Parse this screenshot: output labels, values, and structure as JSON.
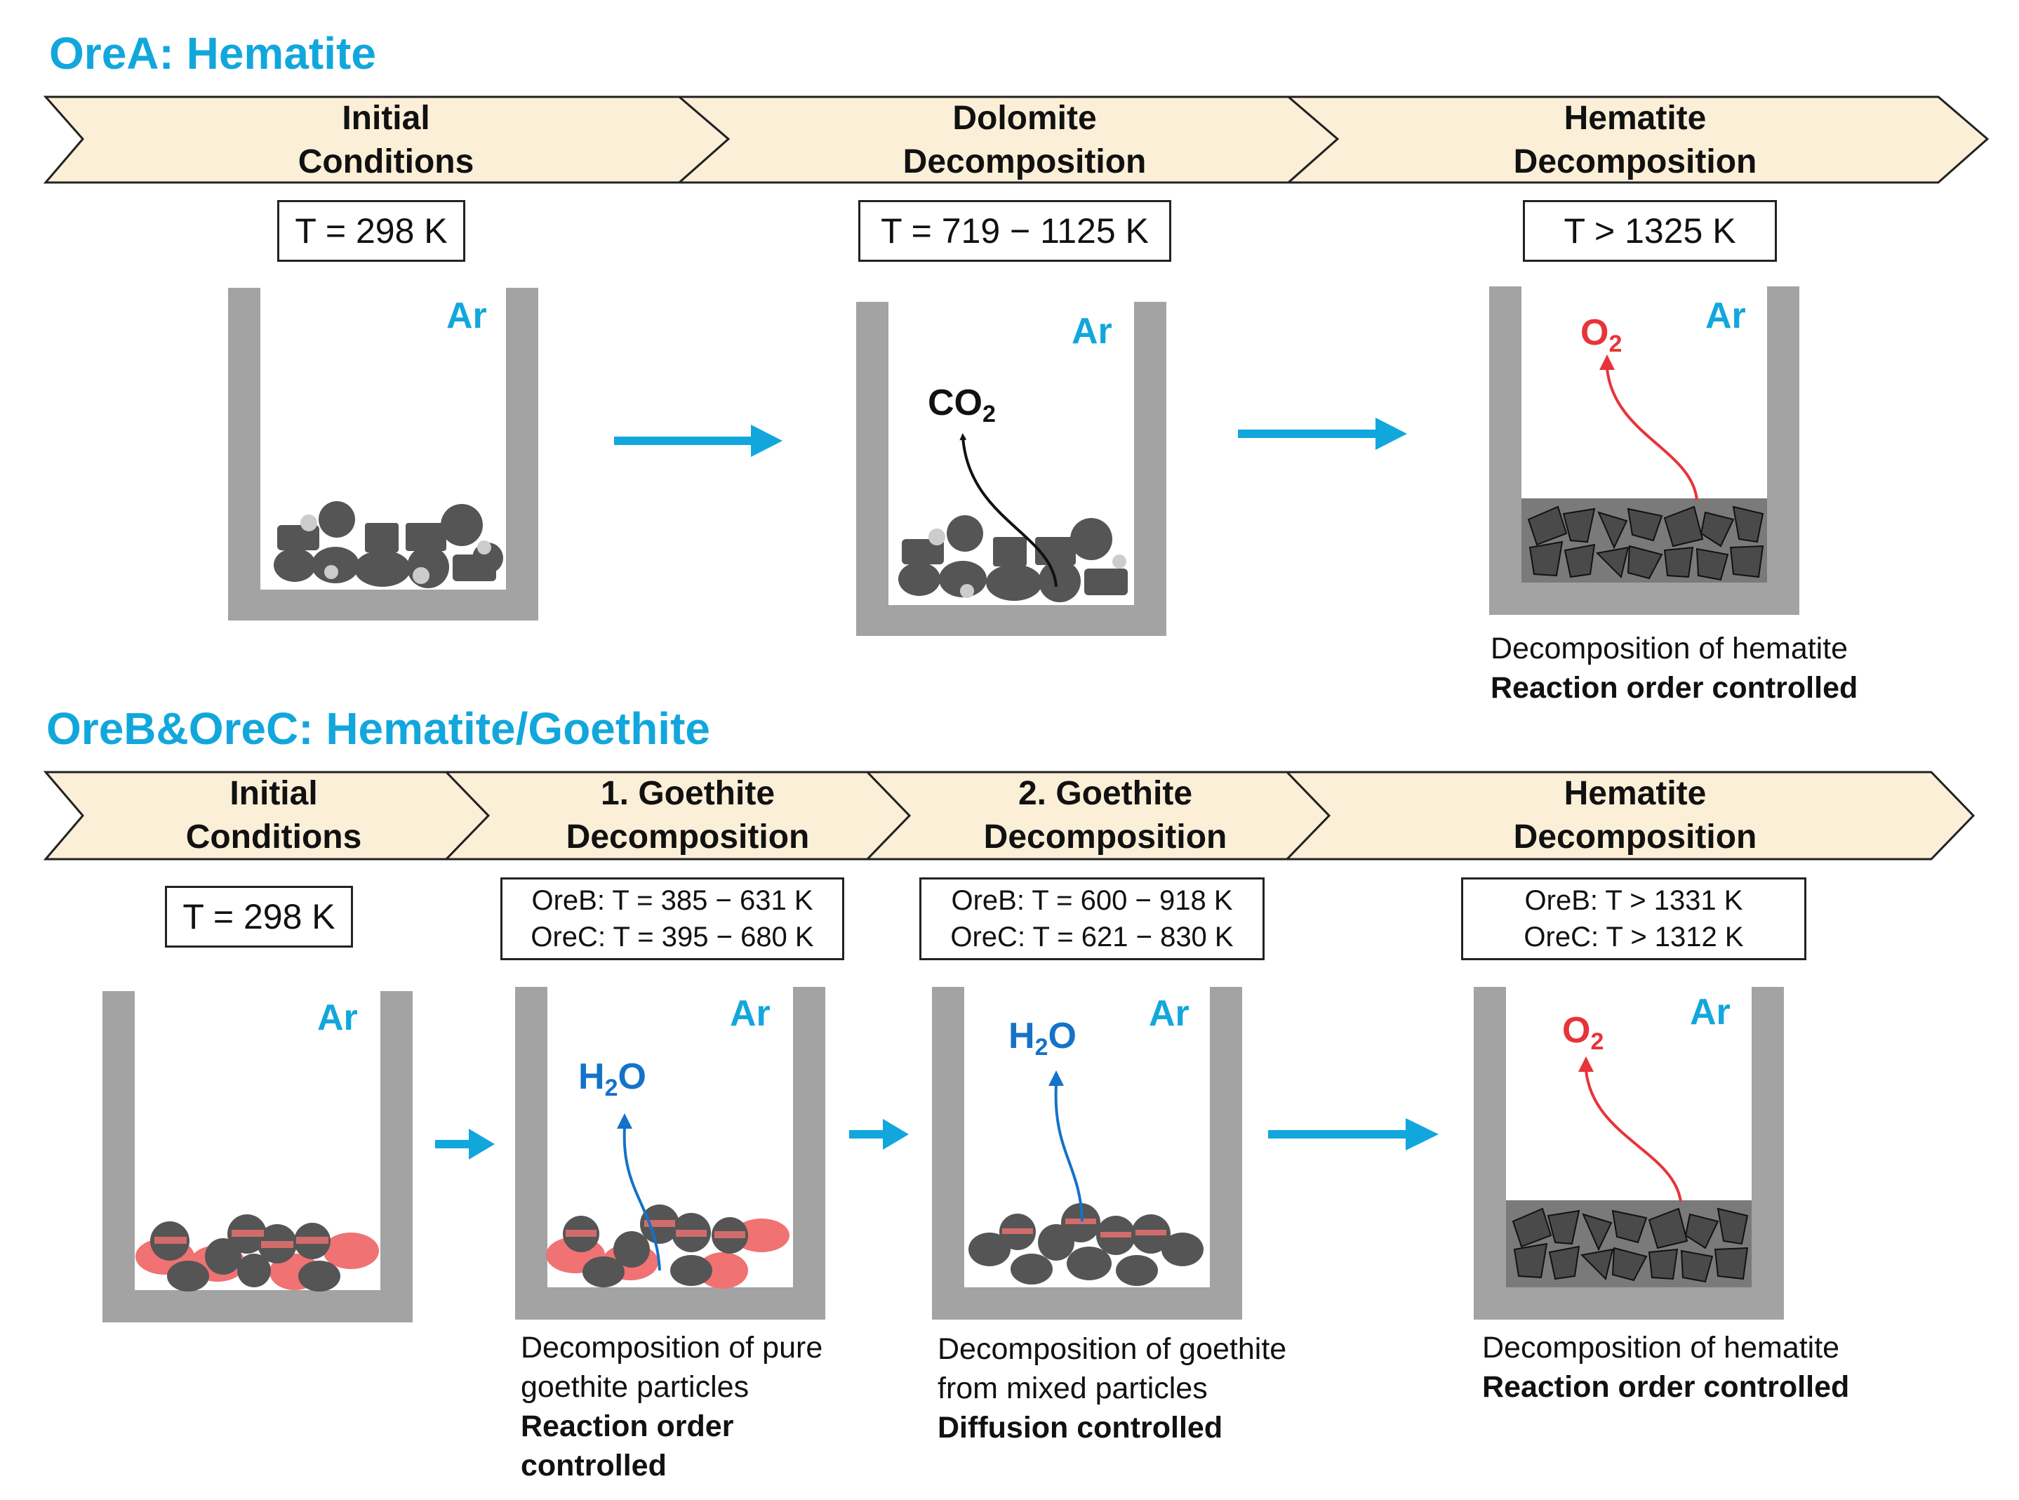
{
  "colors": {
    "accent_blue": "#12a7dc",
    "chevron_fill": "#fbefd7",
    "crucible_gray": "#a3a3a3",
    "particle_dark": "#555555",
    "goethite_pink": "#f07273",
    "oxygen_red": "#e6343a",
    "water_blue": "#1572c8"
  },
  "sectionA": {
    "title": "OreA: Hematite",
    "stages": [
      {
        "label": "Initial\nConditions",
        "temperature": "T = 298 K",
        "gases": [
          "Ar"
        ]
      },
      {
        "label": "Dolomite\nDecomposition",
        "temperature": "T = 719 − 1125  K",
        "gases": [
          "Ar",
          "CO2"
        ]
      },
      {
        "label": "Hematite\nDecomposition",
        "temperature": "T > 1325 K",
        "gases": [
          "Ar",
          "O2"
        ],
        "description": {
          "line1": "Decomposition of hematite",
          "line2": "Reaction order controlled"
        }
      }
    ]
  },
  "sectionB": {
    "title": "OreB&OreC: Hematite/Goethite",
    "stages": [
      {
        "label": "Initial\nConditions",
        "temperature": "T = 298 K",
        "gases": [
          "Ar"
        ]
      },
      {
        "label": "1. Goethite\nDecomposition",
        "temp_oreB": "OreB: T = 385 − 631 K",
        "temp_oreC": "OreC: T = 395 − 680 K",
        "gases": [
          "Ar",
          "H2O"
        ],
        "description": {
          "line1": "Decomposition of pure",
          "line2": "goethite particles",
          "line3": "Reaction order",
          "line4": "controlled"
        }
      },
      {
        "label": "2. Goethite\nDecomposition",
        "temp_oreB": "OreB: T = 600 − 918 K",
        "temp_oreC": "OreC: T = 621 − 830 K",
        "gases": [
          "Ar",
          "H2O"
        ],
        "description": {
          "line1": "Decomposition of goethite",
          "line2": "from mixed particles",
          "line3": "Diffusion controlled"
        }
      },
      {
        "label": "Hematite\nDecomposition",
        "temp_oreB": "OreB: T > 1331 K",
        "temp_oreC": "OreC: T > 1312 K",
        "gases": [
          "Ar",
          "O2"
        ],
        "description": {
          "line1": "Decomposition of hematite",
          "line2": "Reaction order controlled"
        }
      }
    ]
  },
  "gas_labels": {
    "ar": "Ar",
    "co2_base": "CO",
    "o2_base": "O",
    "h2o_h": "H",
    "h2o_o": "O",
    "sub2": "2"
  }
}
